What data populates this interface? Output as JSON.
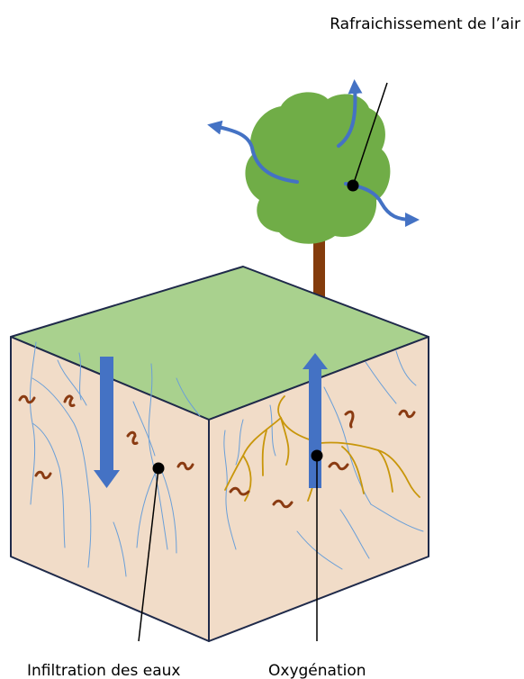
{
  "labels": {
    "air": "Rafraichissement de l’air",
    "infiltration": "Infiltration des eaux",
    "oxygenation": "Oxygénation"
  },
  "colors": {
    "grass": "#a9d18e",
    "soil": "#f1dcc8",
    "edge": "#1f2a4a",
    "arrow": "#4472c4",
    "tree_crown": "#70ad47",
    "trunk": "#843c0c",
    "roots": "#c8960a",
    "worms": "#8a3b12",
    "water_veins": "#6a9fd8"
  }
}
